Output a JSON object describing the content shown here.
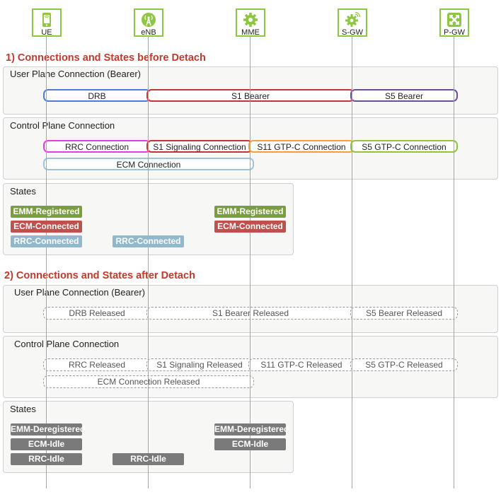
{
  "nodes": [
    {
      "label": "UE",
      "icon": "phone-icon"
    },
    {
      "label": "eNB",
      "icon": "antenna-icon"
    },
    {
      "label": "MME",
      "icon": "gear-icon"
    },
    {
      "label": "S-GW",
      "icon": "gear-wifi-icon"
    },
    {
      "label": "P-GW",
      "icon": "cross-arrows-icon"
    }
  ],
  "colors": {
    "accent": "#8dc63f",
    "section": "#c0392b",
    "drb": "#4a7fcf",
    "s1": "#c0392b",
    "s5": "#6a4fa0",
    "rrc": "#e040e0",
    "s11": "#f0a040",
    "s5c": "#8dc63f",
    "ecm": "#9ec4d8",
    "emm_green": "#7a9e3c",
    "ecm_red": "#c0504d",
    "rrc_blue": "#92b8cc",
    "grey": "#7a7a7a"
  },
  "before": {
    "heading": "1) Connections and States before Detach",
    "user_plane": {
      "title": "User Plane Connection (Bearer)",
      "drb": "DRB",
      "s1": "S1 Bearer",
      "s5": "S5 Bearer"
    },
    "control_plane": {
      "title": "Control Plane Connection",
      "rrc": "RRC Connection",
      "s1": "S1 Signaling Connection",
      "s11": "S11 GTP-C Connection",
      "s5": "S5 GTP-C Connection",
      "ecm": "ECM Connection"
    },
    "states": {
      "title": "States",
      "ue_emm": "EMM-Registered",
      "ue_ecm": "ECM-Connected",
      "ue_rrc": "RRC-Connected",
      "enb_rrc": "RRC-Connected",
      "mme_emm": "EMM-Registered",
      "mme_ecm": "ECM-Connected"
    }
  },
  "after": {
    "heading": "2) Connections and States after Detach",
    "user_plane": {
      "title": "User Plane Connection (Bearer)",
      "drb": "DRB Released",
      "s1": "S1 Bearer Released",
      "s5": "S5 Bearer Released"
    },
    "control_plane": {
      "title": "Control Plane Connection",
      "rrc": "RRC  Released",
      "s1": "S1 Signaling Released",
      "s11": "S11 GTP-C Released",
      "s5": "S5 GTP-C Released",
      "ecm": "ECM Connection Released"
    },
    "states": {
      "title": "States",
      "ue_emm": "EMM-Deregistered",
      "ue_ecm": "ECM-Idle",
      "ue_rrc": "RRC-Idle",
      "enb_rrc": "RRC-Idle",
      "mme_emm": "EMM-Deregistered",
      "mme_ecm": "ECM-Idle"
    }
  }
}
